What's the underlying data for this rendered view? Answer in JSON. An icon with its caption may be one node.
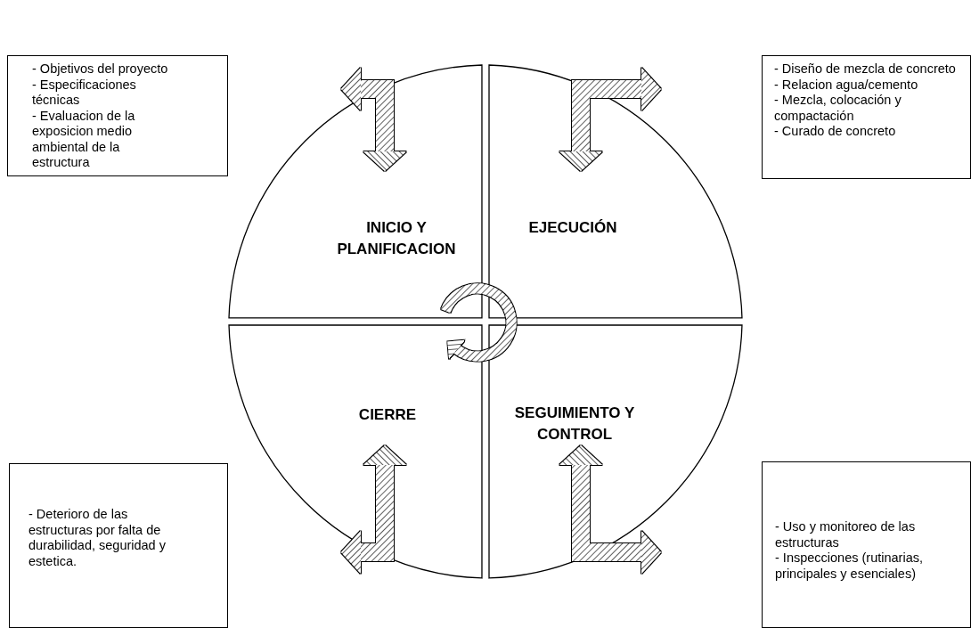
{
  "diagram": {
    "nodes": [
      {
        "text": [
          "- Objetivos del proyecto",
          "- Especificaciones técnicas",
          "- Evaluacion de la exposicion medio ambiental de la estructura"
        ]
      },
      {
        "text": [
          "- Diseño de mezcla de concreto",
          "- Relacion agua/cemento",
          "- Mezcla, colocación y compactación",
          "- Curado de concreto"
        ]
      },
      {
        "text": [
          "INICIO Y PLANIFICACION"
        ]
      },
      {
        "text": [
          "EJECUCIÓN"
        ]
      },
      {
        "text": [
          "CIERRE"
        ]
      },
      {
        "text": [
          "SEGUIMIENTO Y CONTROL"
        ]
      },
      {
        "text": [
          "- Deterioro de las estructuras por falta de durabilidad, seguridad y estetica."
        ]
      },
      {
        "text": [
          "- Uso y monitoreo de las estructuras",
          "- Inspecciones (rutinarias, principales y esenciales)"
        ]
      }
    ],
    "edges": [
      {
        "from": null,
        "to": 2,
        "arrow": "both"
      },
      {
        "from": null,
        "to": 3,
        "arrow": "both"
      },
      {
        "from": null,
        "to": 4,
        "arrow": "both"
      },
      {
        "from": null,
        "to": 5,
        "arrow": "both"
      }
    ]
  }
}
